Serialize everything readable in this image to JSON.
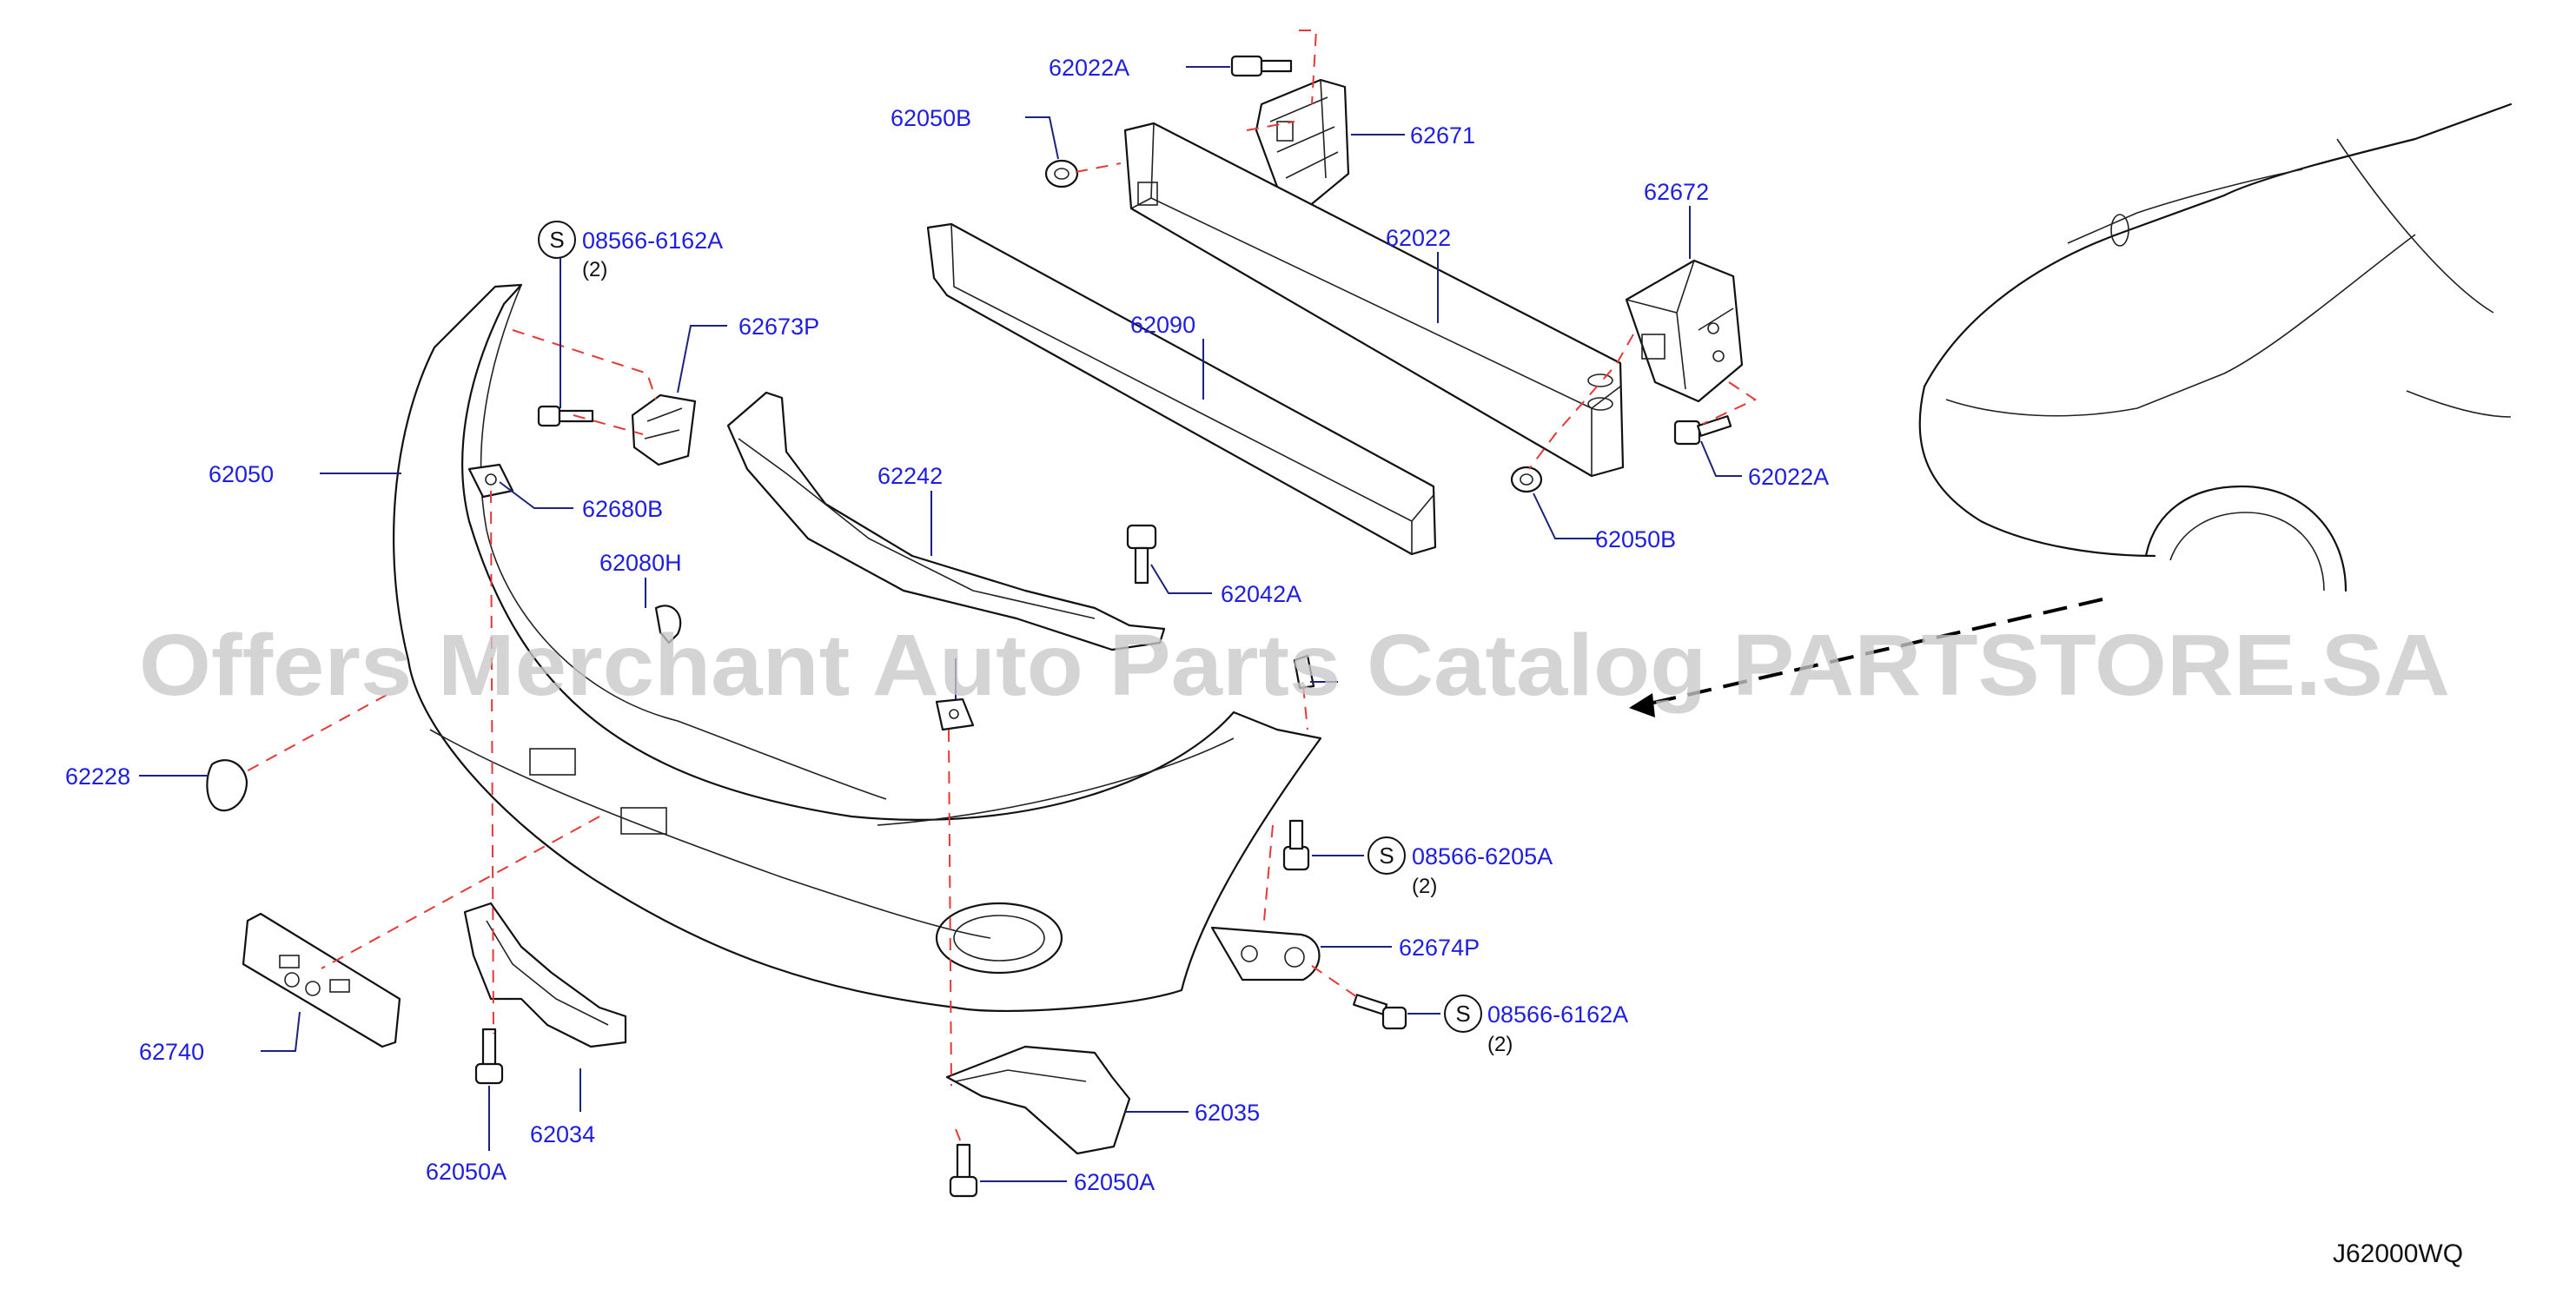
{
  "watermark": "Offers Merchant Auto Parts Catalog PARTSTORE.SA",
  "diagram_ref": "J62000WQ",
  "screw_symbol": "S",
  "callouts": {
    "p62022A_top": "62022A",
    "p62050B_top": "62050B",
    "p62671": "62671",
    "p62022": "62022",
    "p62672": "62672",
    "p62022A_right": "62022A",
    "p62050B_right": "62050B",
    "p62090": "62090",
    "p08566_6162A_top": "08566-6162A",
    "qty_top": "(2)",
    "p62673P": "62673P",
    "p62050": "62050",
    "p62680B": "62680B",
    "p62242": "62242",
    "p62042A": "62042A",
    "p62080H": "62080H",
    "p62228": "62228",
    "p08566_6205A": "08566-6205A",
    "qty_mid": "(2)",
    "p62674P": "62674P",
    "p08566_6162A_bottom": "08566-6162A",
    "qty_bottom": "(2)",
    "p62740": "62740",
    "p62034": "62034",
    "p62050A_left": "62050A",
    "p62035": "62035",
    "p62050A_bottom": "62050A"
  },
  "colors": {
    "callout_text": "#1e1ee0",
    "leader_line": "#1a237e",
    "assembly_dash": "#e53935",
    "watermark": "#c8c8c8"
  }
}
